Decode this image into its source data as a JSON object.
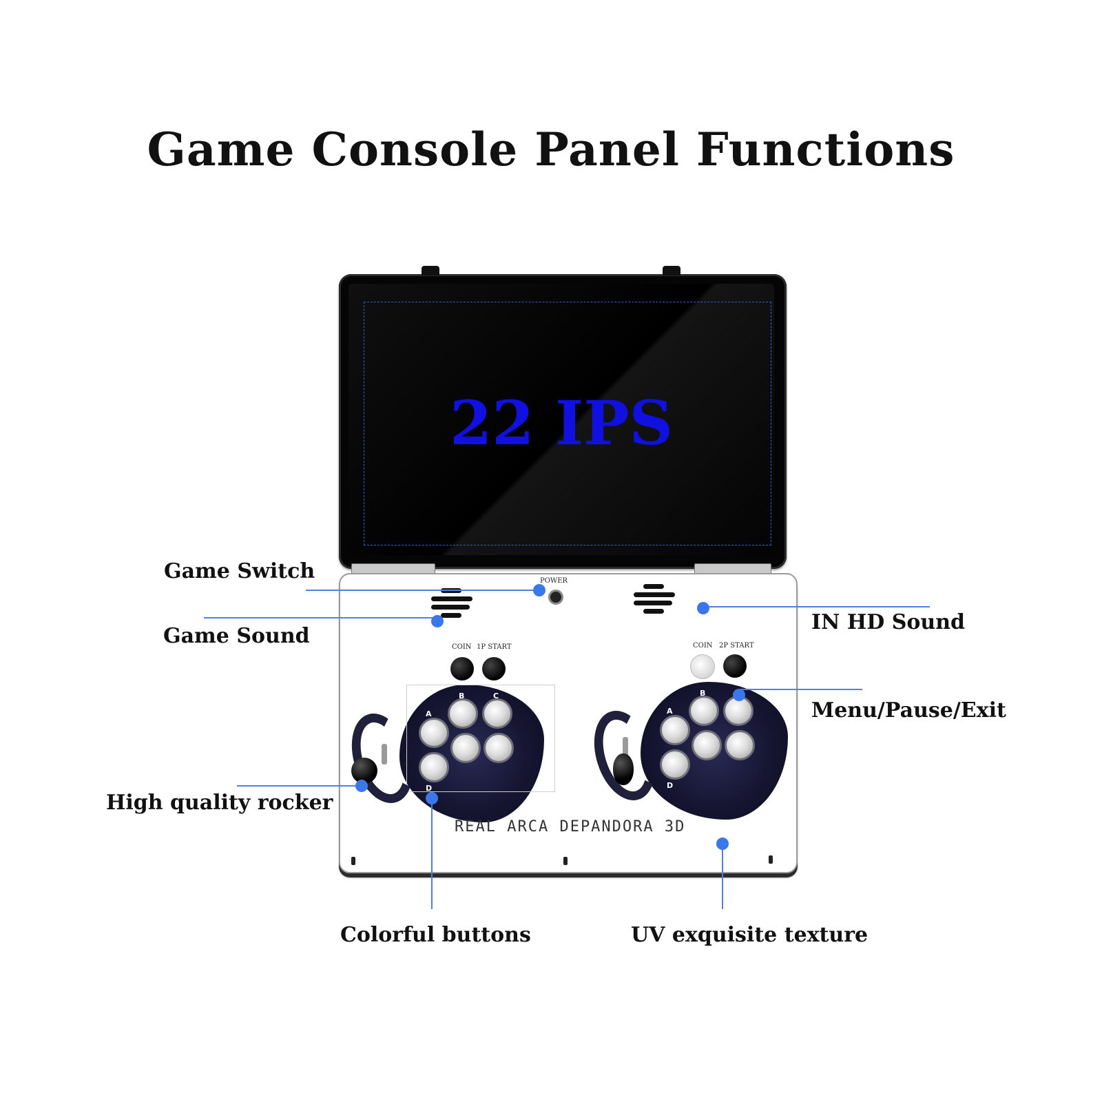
{
  "title": "Game Console Panel Functions",
  "screen": {
    "label": "22 IPS"
  },
  "panel": {
    "power_label": "POWER",
    "p1_coin_label": "COIN",
    "p1_start_label": "1P START",
    "p2_coin_label": "COIN",
    "p2_start_label": "2P START",
    "button_letters": [
      "A",
      "B",
      "C",
      "D"
    ],
    "brand": "REAL ARCA DEPANDORA 3D"
  },
  "callouts": {
    "game_switch": "Game Switch",
    "game_sound": "Game Sound",
    "in_hd_sound": "IN HD Sound",
    "menu_pause_exit": "Menu/Pause/Exit",
    "rocker": "High quality rocker",
    "colorful_buttons": "Colorful buttons",
    "uv_texture": "UV exquisite texture"
  },
  "colors": {
    "accent_line": "#4f7fe0",
    "screen_text": "#1010e0"
  }
}
